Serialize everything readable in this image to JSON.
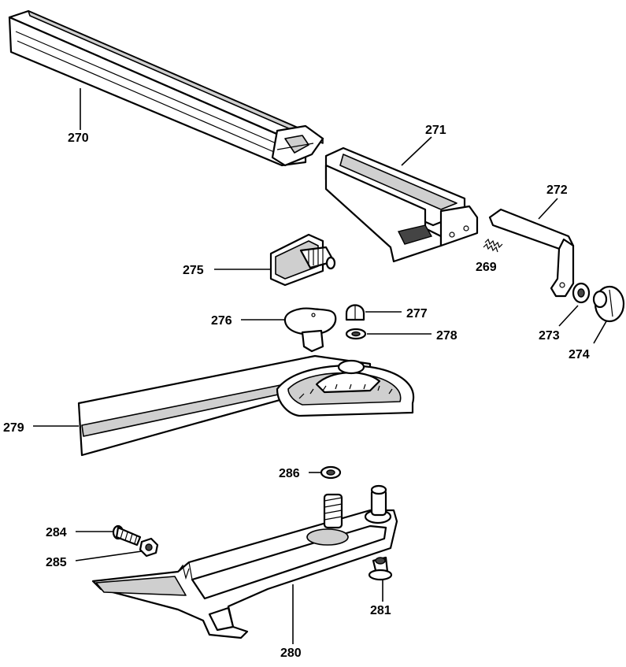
{
  "diagram": {
    "parts": [
      {
        "id": "p270",
        "label": "270"
      },
      {
        "id": "p271",
        "label": "271"
      },
      {
        "id": "p272",
        "label": "272"
      },
      {
        "id": "p269",
        "label": "269"
      },
      {
        "id": "p275",
        "label": "275"
      },
      {
        "id": "p276",
        "label": "276"
      },
      {
        "id": "p277",
        "label": "277"
      },
      {
        "id": "p278",
        "label": "278"
      },
      {
        "id": "p273",
        "label": "273"
      },
      {
        "id": "p274",
        "label": "274"
      },
      {
        "id": "p279",
        "label": "279"
      },
      {
        "id": "p286",
        "label": "286"
      },
      {
        "id": "p284",
        "label": "284"
      },
      {
        "id": "p285",
        "label": "285"
      },
      {
        "id": "p281",
        "label": "281"
      },
      {
        "id": "p280",
        "label": "280"
      }
    ]
  }
}
